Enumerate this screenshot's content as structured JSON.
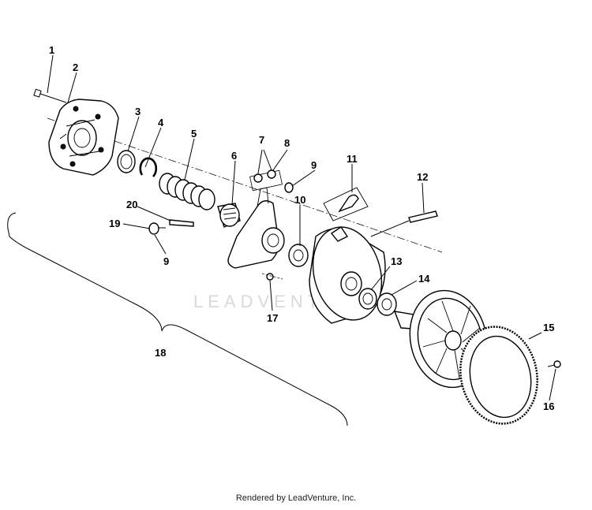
{
  "watermark": "LEADVENTURE",
  "footer": "Rendered by LeadVenture, Inc.",
  "callouts": {
    "c1": "1",
    "c2": "2",
    "c3": "3",
    "c4": "4",
    "c5": "5",
    "c6": "6",
    "c7": "7",
    "c8": "8",
    "c9a": "9",
    "c9b": "9",
    "c10": "10",
    "c11": "11",
    "c12": "12",
    "c13": "13",
    "c14": "14",
    "c15": "15",
    "c16": "16",
    "c17": "17",
    "c18": "18",
    "c19": "19",
    "c20": "20"
  }
}
